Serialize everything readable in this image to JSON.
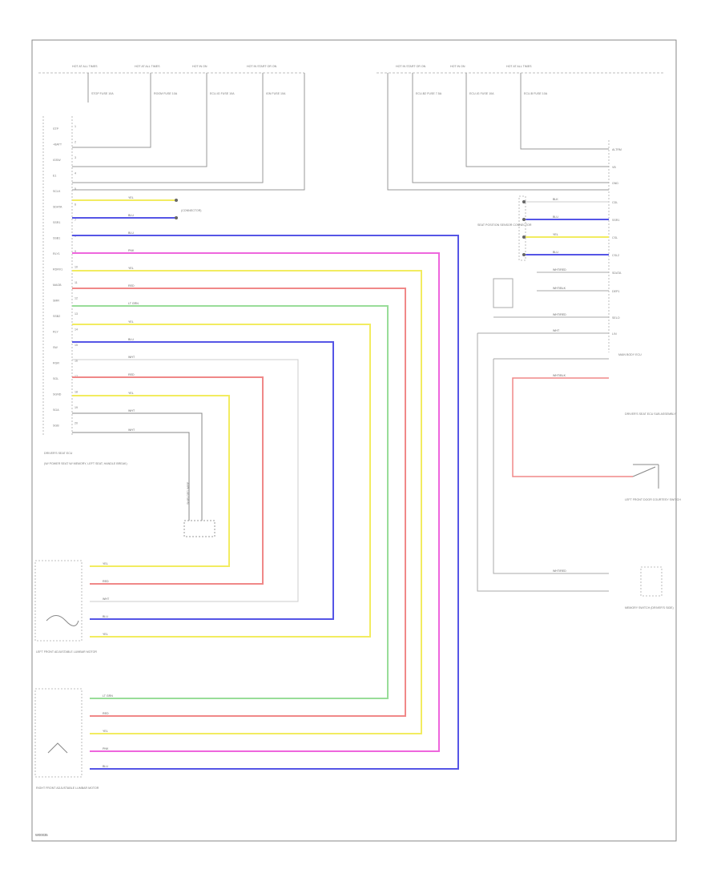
{
  "footer_code": "W00035",
  "colors": {
    "frame": "#888888",
    "power_line": "#999999",
    "ground_line": "#bbbbbb",
    "yellow": "#f2ec60",
    "blue": "#5555e6",
    "pink": "#ee66dd",
    "red": "#f08888",
    "green": "#99dd99",
    "white": "#cccccc"
  },
  "left_fuse_labels": [
    "HOT AT ALL TIMES",
    "HOT AT ALL TIMES",
    "HOT IN ON",
    "HOT IN START OR ON"
  ],
  "left_fuse_names": [
    "STOP FUSE 10A",
    "ROOM FUSE 10A",
    "ECU-IG FUSE 10A",
    "IGN FUSE 10A"
  ],
  "right_fuse_labels": [
    "HOT IN START OR ON",
    "HOT IN ON",
    "HOT AT ALL TIMES"
  ],
  "right_fuse_names": [
    "ECU-B2 FUSE 7.5A",
    "ECU-IG FUSE 10A",
    "ECU-B FUSE 10A"
  ],
  "left_module_pins": [
    "STP",
    "+BATT",
    "IGSW",
    "E1",
    "SCLK",
    "SDATA",
    "SSR1",
    "SSB1",
    "RLY1",
    "RDRV1",
    "MAGB",
    "SMR",
    "SSB2",
    "RLY",
    "SW",
    "RGR",
    "SGL",
    "SGND",
    "SGA",
    "SGB"
  ],
  "left_module_wire_labels": [
    "YEL",
    "BLU",
    "BLU",
    "PNK",
    "YEL",
    "RED",
    "LT GRN",
    "YEL",
    "BLU",
    "WHT",
    "RED",
    "YEL",
    "WHT",
    "WHT"
  ],
  "left_module_title": "DRIVER'S SEAT ECU",
  "left_module_subtitle": "(W/ POWER SEAT W/ MEMORY, LEFT SEAT, HANDLE BREAK)",
  "left_connector_note": "(CONNECTOR)",
  "shielded_wire_note": "SHIELDED WIRE",
  "right_connector_title": "SEAT POSITION SENSOR CONNECTOR",
  "right_module_pins": [
    "ALTRM",
    "VB",
    "GND",
    "CDL",
    "SSR1",
    "CSL",
    "CSL2",
    "SDATA",
    "DEP1",
    "SELO",
    "L/N"
  ],
  "right_module_wire_labels": [
    "BLK",
    "BLU",
    "YEL",
    "BLU",
    "WHT/RED",
    "WHT/BLK",
    "WHT/RED",
    "WHT",
    "WHT/BLK",
    "WHT/RED"
  ],
  "right_module_title": "MAIN BODY ECU",
  "right_side_labels": [
    "DRIVER'S SEAT ECU SUB ASSEMBLY",
    "LEFT FRONT DOOR COURTESY SWITCH",
    "MEMORY SWITCH (DRIVER'S SIDE)"
  ],
  "left_motor_wire_labels": [
    "YEL",
    "RED",
    "WHT",
    "BLU",
    "YEL"
  ],
  "left_motor_title": "LEFT FRONT ADJUSTABLE LUMBAR MOTOR",
  "right_motor_wire_labels": [
    "LT GRN",
    "RED",
    "YEL",
    "PNK",
    "BLU"
  ],
  "right_motor_title": "RIGHT FRONT ADJUSTABLE LUMBAR MOTOR"
}
